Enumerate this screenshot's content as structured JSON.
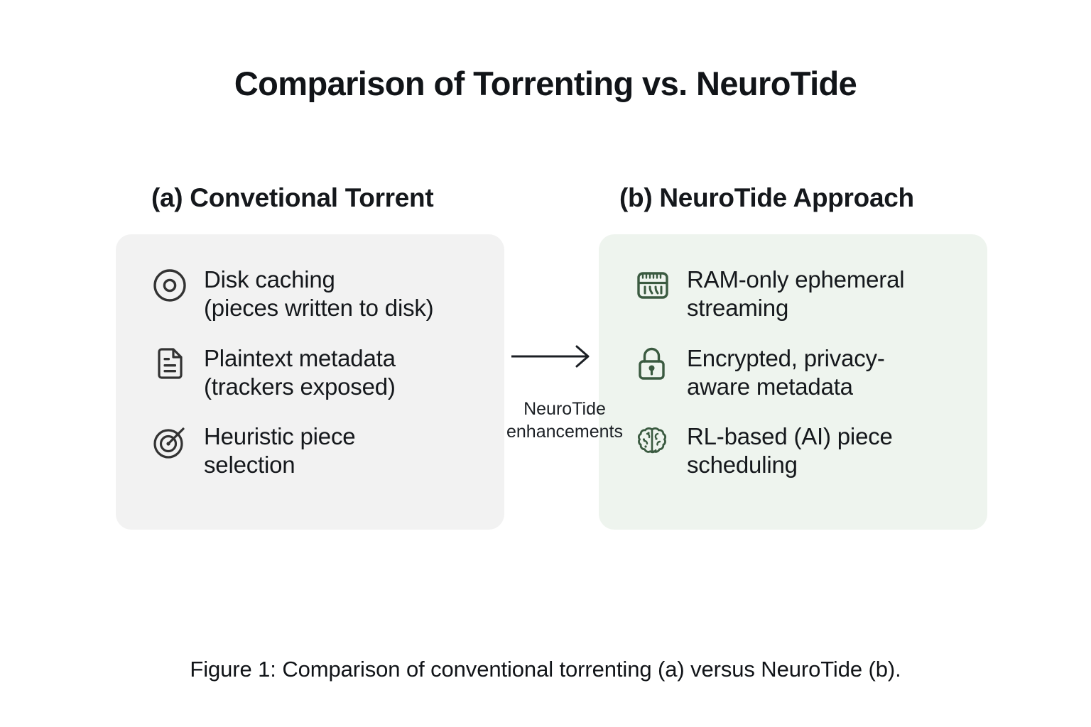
{
  "figure": {
    "title": "Comparison of Torrenting vs. NeuroTide",
    "caption": "Figure 1: Comparison of conventional torrenting (a) versus NeuroTide (b)."
  },
  "colors": {
    "panel_a_background": "#f2f2f2",
    "panel_b_background": "#eef4ee",
    "panel_a_icon": "#333333",
    "panel_b_icon": "#3a5a40",
    "text": "#15181c",
    "page_background": "#ffffff"
  },
  "panels": [
    {
      "id": "conventional-torrent",
      "header": "(a) Convetional Torrent",
      "items": [
        {
          "icon": "disc-icon",
          "text": "Disk caching\n(pieces written to disk)"
        },
        {
          "icon": "document-icon",
          "text": "Plaintext metadata\n(trackers exposed)"
        },
        {
          "icon": "target-icon",
          "text": "Heuristic piece\nselection"
        }
      ]
    },
    {
      "id": "neurotide-approach",
      "header": "(b) NeuroTide Approach",
      "items": [
        {
          "icon": "memory-chip-icon",
          "text": "RAM-only ephemeral\nstreaming"
        },
        {
          "icon": "lock-icon",
          "text": "Encrypted, privacy-\naware metadata"
        },
        {
          "icon": "brain-icon",
          "text": "RL-based (AI) piece\nscheduling"
        }
      ]
    }
  ],
  "connector": {
    "icon": "arrow-right-icon",
    "label": "NeuroTide\nenhancements"
  }
}
